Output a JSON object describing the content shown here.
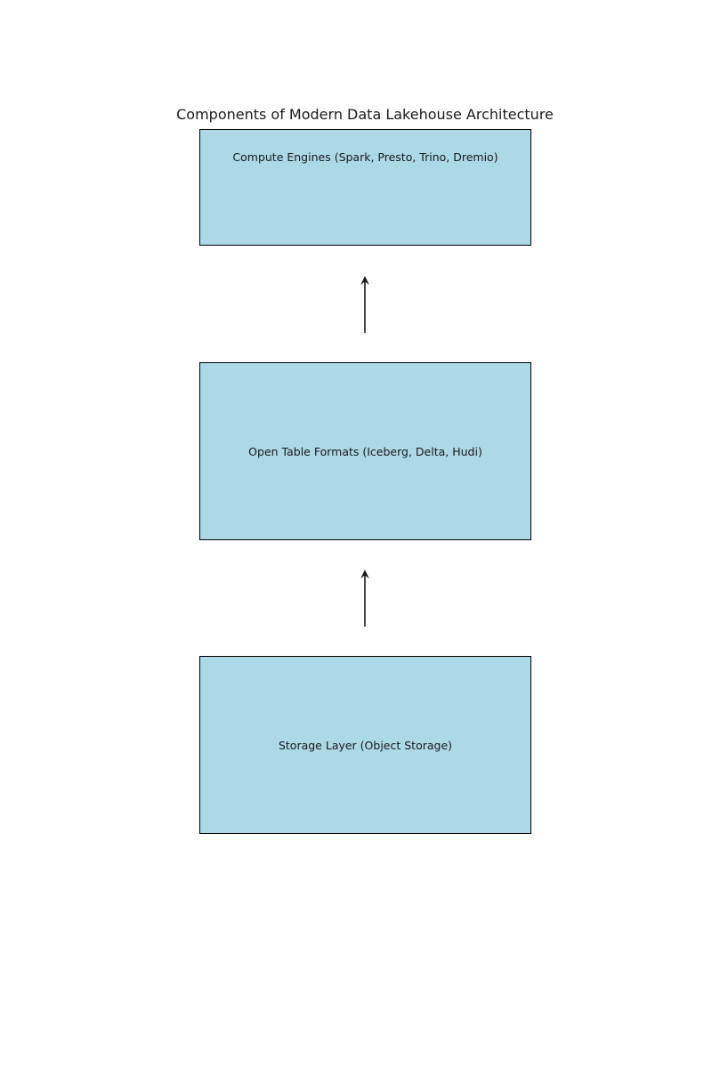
{
  "title": "Components of Modern Data Lakehouse Architecture",
  "diagram": {
    "boxes": [
      {
        "id": "compute-engines",
        "label": "Compute Engines (Spark, Presto, Trino, Dremio)"
      },
      {
        "id": "open-table-formats",
        "label": "Open Table Formats (Iceberg, Delta, Hudi)"
      },
      {
        "id": "storage-layer",
        "label": "Storage Layer (Object Storage)"
      }
    ],
    "arrows": [
      {
        "from": "open-table-formats",
        "to": "compute-engines",
        "direction": "up"
      },
      {
        "from": "storage-layer",
        "to": "open-table-formats",
        "direction": "up"
      }
    ],
    "colors": {
      "box_fill": "#ADD8E6",
      "box_border": "#000000",
      "arrow": "#1a1a1a",
      "text": "#1a1a1a",
      "background": "#ffffff"
    }
  }
}
